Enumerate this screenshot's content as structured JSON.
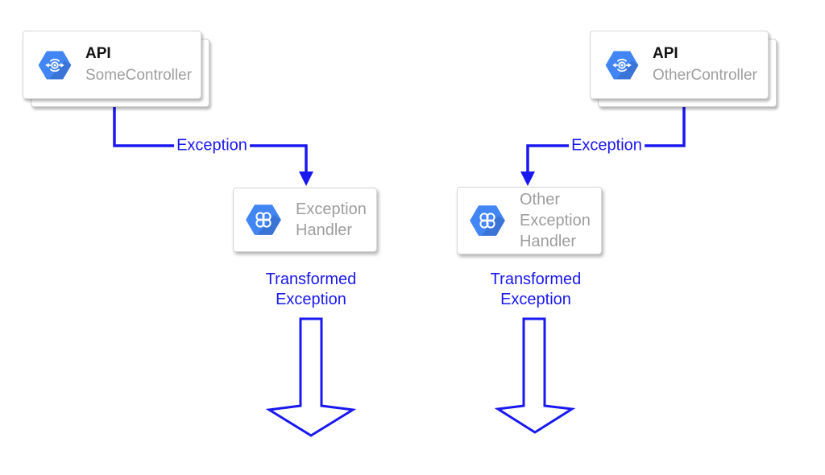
{
  "canvas": {
    "background": "#ffffff"
  },
  "colors": {
    "accent_blue": "#1a18f0",
    "icon_blue": "#4285f4",
    "gray_text": "#9e9e9e",
    "node_border": "#d6d6d6",
    "title_text": "#111111"
  },
  "nodes": {
    "api_left": {
      "title": "API",
      "subtitle": "SomeController",
      "icon": "cloud-api-icon"
    },
    "api_right": {
      "title": "API",
      "subtitle": "OtherController",
      "icon": "cloud-api-icon"
    },
    "handler_left": {
      "lines": [
        "Exception",
        "Handler"
      ],
      "icon": "cloud-endpoints-icon"
    },
    "handler_right": {
      "lines": [
        "Other",
        "Exception",
        "Handler"
      ],
      "icon": "cloud-endpoints-icon"
    }
  },
  "edges": {
    "left": {
      "label": "Exception",
      "transformed_lines": [
        "Transformed",
        "Exception"
      ]
    },
    "right": {
      "label": "Exception",
      "transformed_lines": [
        "Transformed",
        "Exception"
      ]
    }
  }
}
